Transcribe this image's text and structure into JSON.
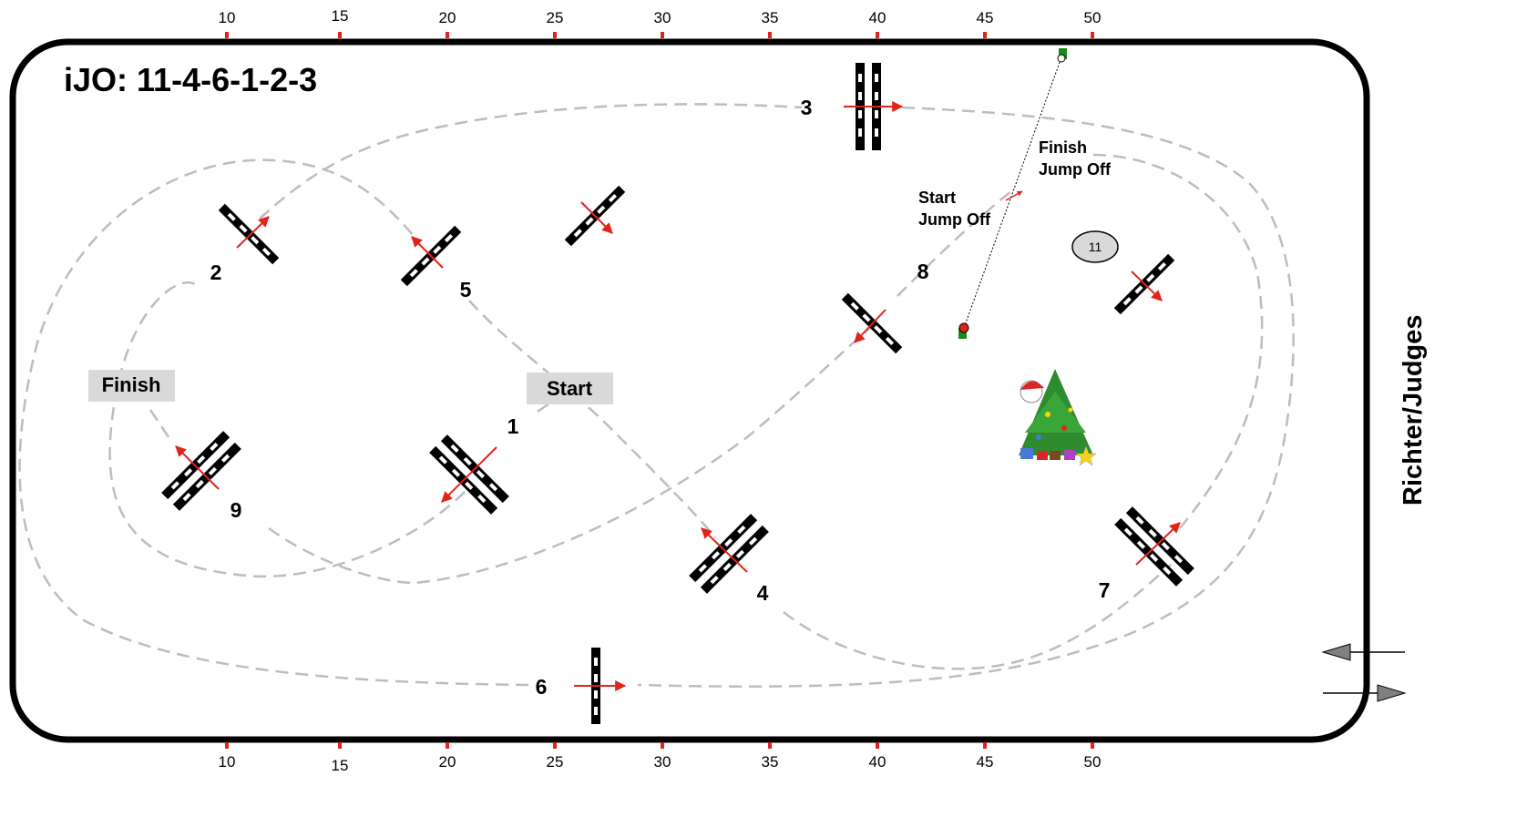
{
  "title": "iJO: 11-4-6-1-2-3",
  "scale": {
    "top": [
      "10",
      "15",
      "20",
      "25",
      "30",
      "35",
      "40",
      "45",
      "50"
    ],
    "bottom": [
      "10",
      "15",
      "20",
      "25",
      "30",
      "35",
      "40",
      "45",
      "50"
    ]
  },
  "labels": {
    "start": "Start",
    "finish": "Finish",
    "start_jump_off_line1": "Start",
    "start_jump_off_line2": "Jump Off",
    "finish_jump_off_line1": "Finish",
    "finish_jump_off_line2": "Jump Off",
    "judges": "Richter/Judges"
  },
  "obstacles": {
    "n1": "1",
    "n2": "2",
    "n3": "3",
    "n4": "4",
    "n5": "5",
    "n6": "6",
    "n7": "7",
    "n8": "8",
    "n9": "9",
    "n11": "11"
  },
  "colors": {
    "arena_border": "#000000",
    "course_line": "#bdbdbd",
    "direction_arrow": "#e2231a",
    "scale_mark": "#e2231a",
    "label_box": "#d9d9d9",
    "gate_arrow": "#808080"
  },
  "icons": [
    "christmas-tree-icon",
    "start-flag-icon",
    "finish-flag-icon"
  ]
}
